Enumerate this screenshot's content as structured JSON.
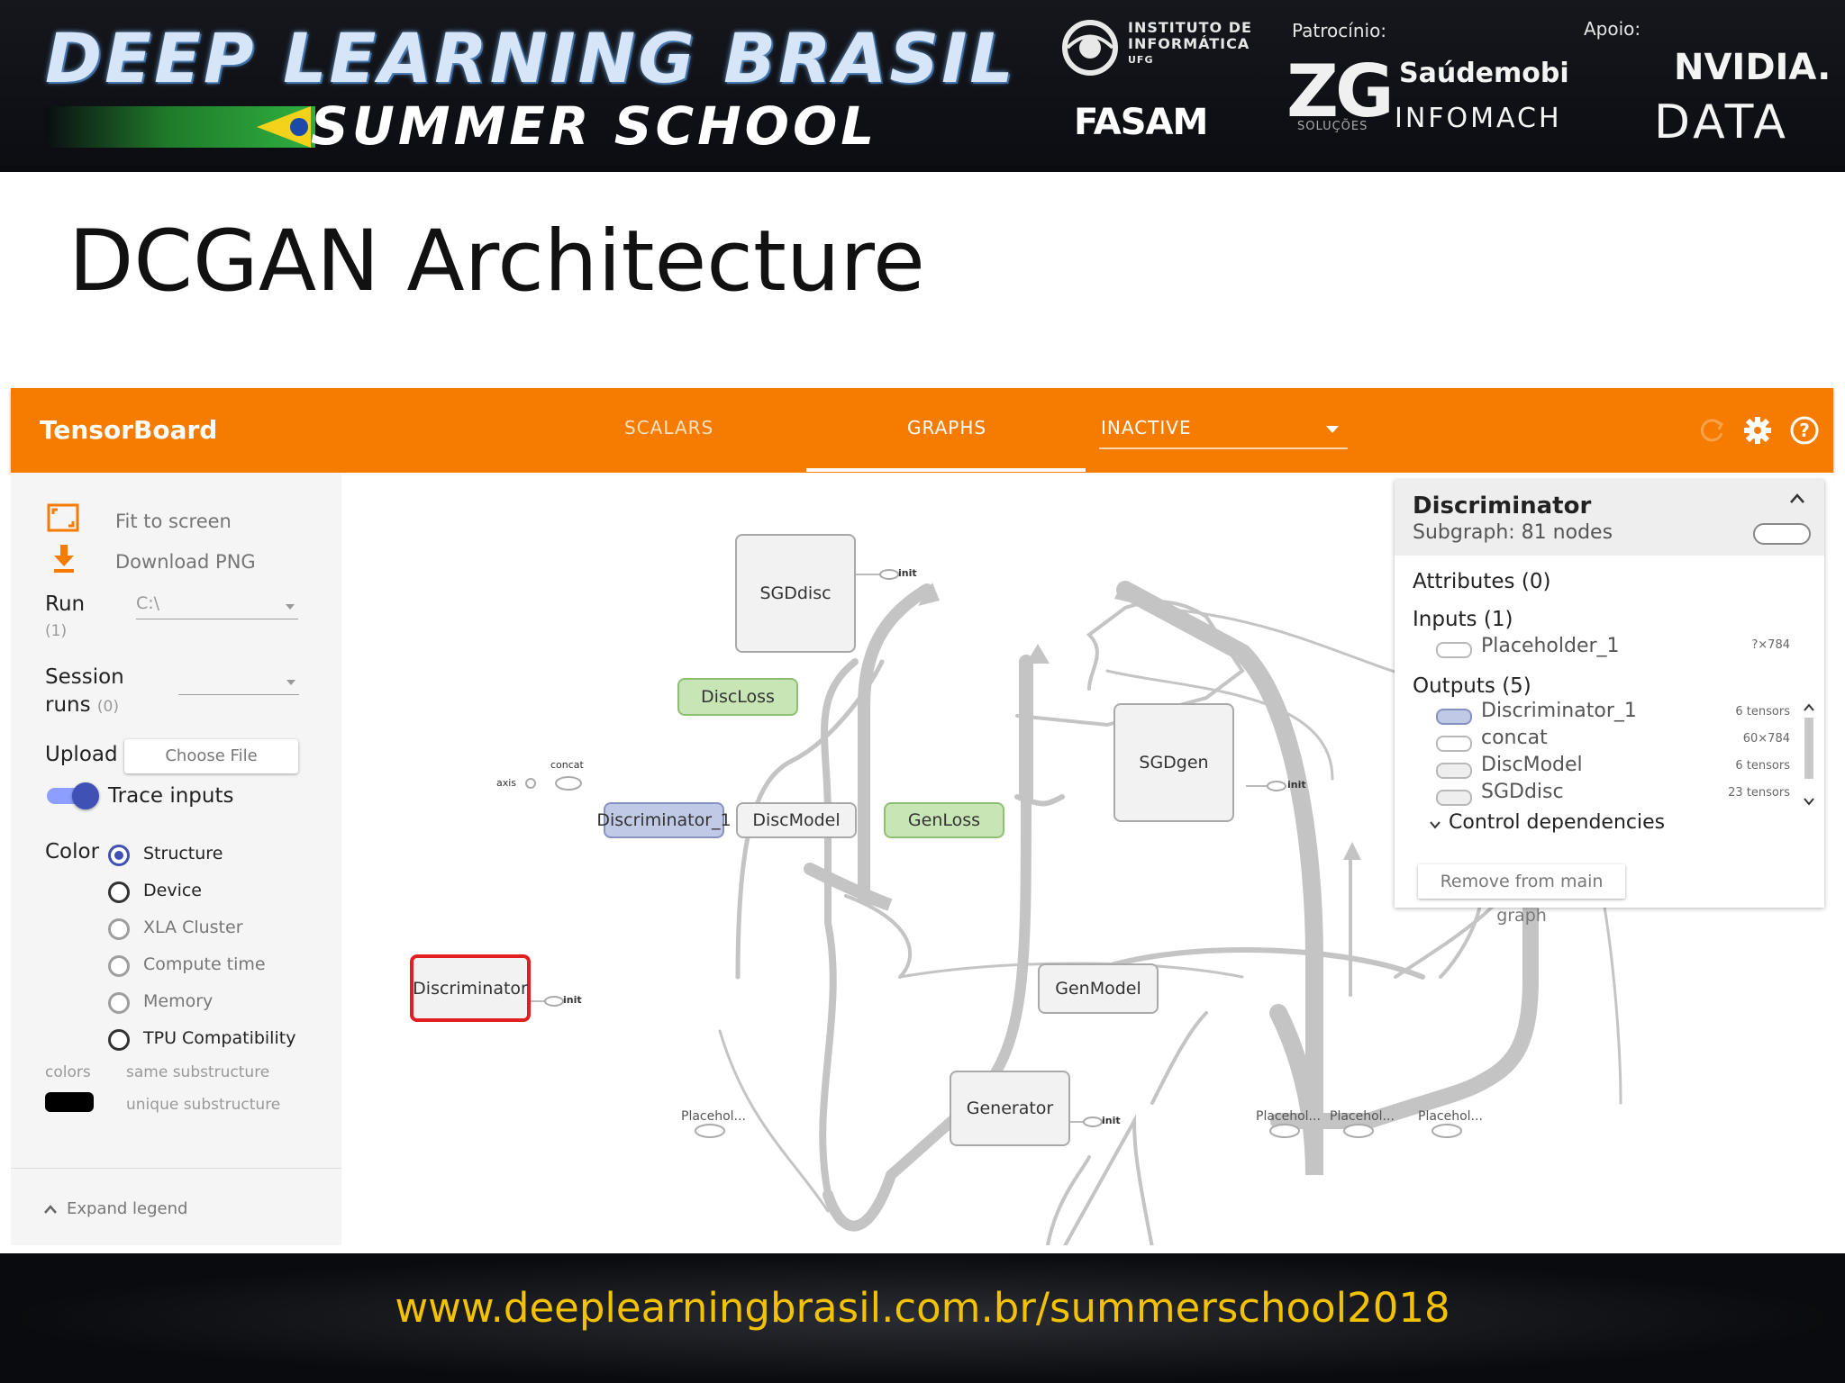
{
  "banner": {
    "title": "DEEP LEARNING BRASIL",
    "subtitle": "SUMMER SCHOOL",
    "inf_logo_text": [
      "INSTITUTO DE",
      "INFORMÁTICA",
      "UFG"
    ],
    "fasam_logo": "FASAM",
    "sponsor_label": "Patrocínio:",
    "support_label": "Apoio:",
    "zg_logo": "ZG",
    "zg_sub": "SOLUÇÕES",
    "saude_logo": "Saúdemobi",
    "infomach_logo": "INFOMACH",
    "nvidia_logo": "NVIDIA.",
    "data_logo": "DATA"
  },
  "slide": {
    "title": "DCGAN Architecture"
  },
  "tensorboard": {
    "brand": "TensorBoard",
    "tabs": [
      "SCALARS",
      "GRAPHS"
    ],
    "active_tab": "GRAPHS",
    "dropdown_value": "INACTIVE",
    "icons": {
      "refresh": "refresh-icon",
      "settings": "gear-icon",
      "help": "help-icon"
    }
  },
  "sidebar": {
    "fit_to_screen": "Fit to screen",
    "download_png": "Download PNG",
    "run_label": "Run",
    "run_count": "(1)",
    "run_value": "C:\\",
    "session_label": "Session",
    "session_runs_label": "runs",
    "session_runs_count": "(0)",
    "upload_label": "Upload",
    "choose_file": "Choose File",
    "trace_inputs": "Trace inputs",
    "color_label": "Color",
    "color_options": [
      "Structure",
      "Device",
      "XLA Cluster",
      "Compute time",
      "Memory",
      "TPU Compatibility"
    ],
    "color_selected": "Structure",
    "legend_colors": "colors",
    "legend_same": "same substructure",
    "legend_unique": "unique substructure",
    "expand_legend": "Expand legend"
  },
  "graph": {
    "nodes": {
      "sgd_disc": "SGDdisc",
      "disc_loss": "DiscLoss",
      "sgd_gen": "SGDgen",
      "discriminator_1": "Discriminator_1",
      "disc_model": "DiscModel",
      "gen_loss": "GenLoss",
      "discriminator": "Discriminator",
      "gen_model": "GenModel",
      "generator": "Generator",
      "concat": "concat",
      "axis": "axis"
    },
    "init_label": "init",
    "placeholder_label": "Placehol..."
  },
  "info_card": {
    "title": "Discriminator",
    "subtitle": "Subgraph: 81 nodes",
    "attributes": "Attributes (0)",
    "inputs": "Inputs (1)",
    "input_items": [
      {
        "name": "Placeholder_1",
        "size": "?×784"
      }
    ],
    "outputs": "Outputs (5)",
    "output_items": [
      {
        "name": "Discriminator_1",
        "size": "6 tensors"
      },
      {
        "name": "concat",
        "size": "60×784"
      },
      {
        "name": "DiscModel",
        "size": "6 tensors"
      },
      {
        "name": "SGDdisc",
        "size": "23 tensors"
      }
    ],
    "control_deps": "Control dependencies",
    "remove_button": "Remove from main graph"
  },
  "footer": {
    "url": "www.deeplearningbrasil.com.br/summerschool2018"
  }
}
